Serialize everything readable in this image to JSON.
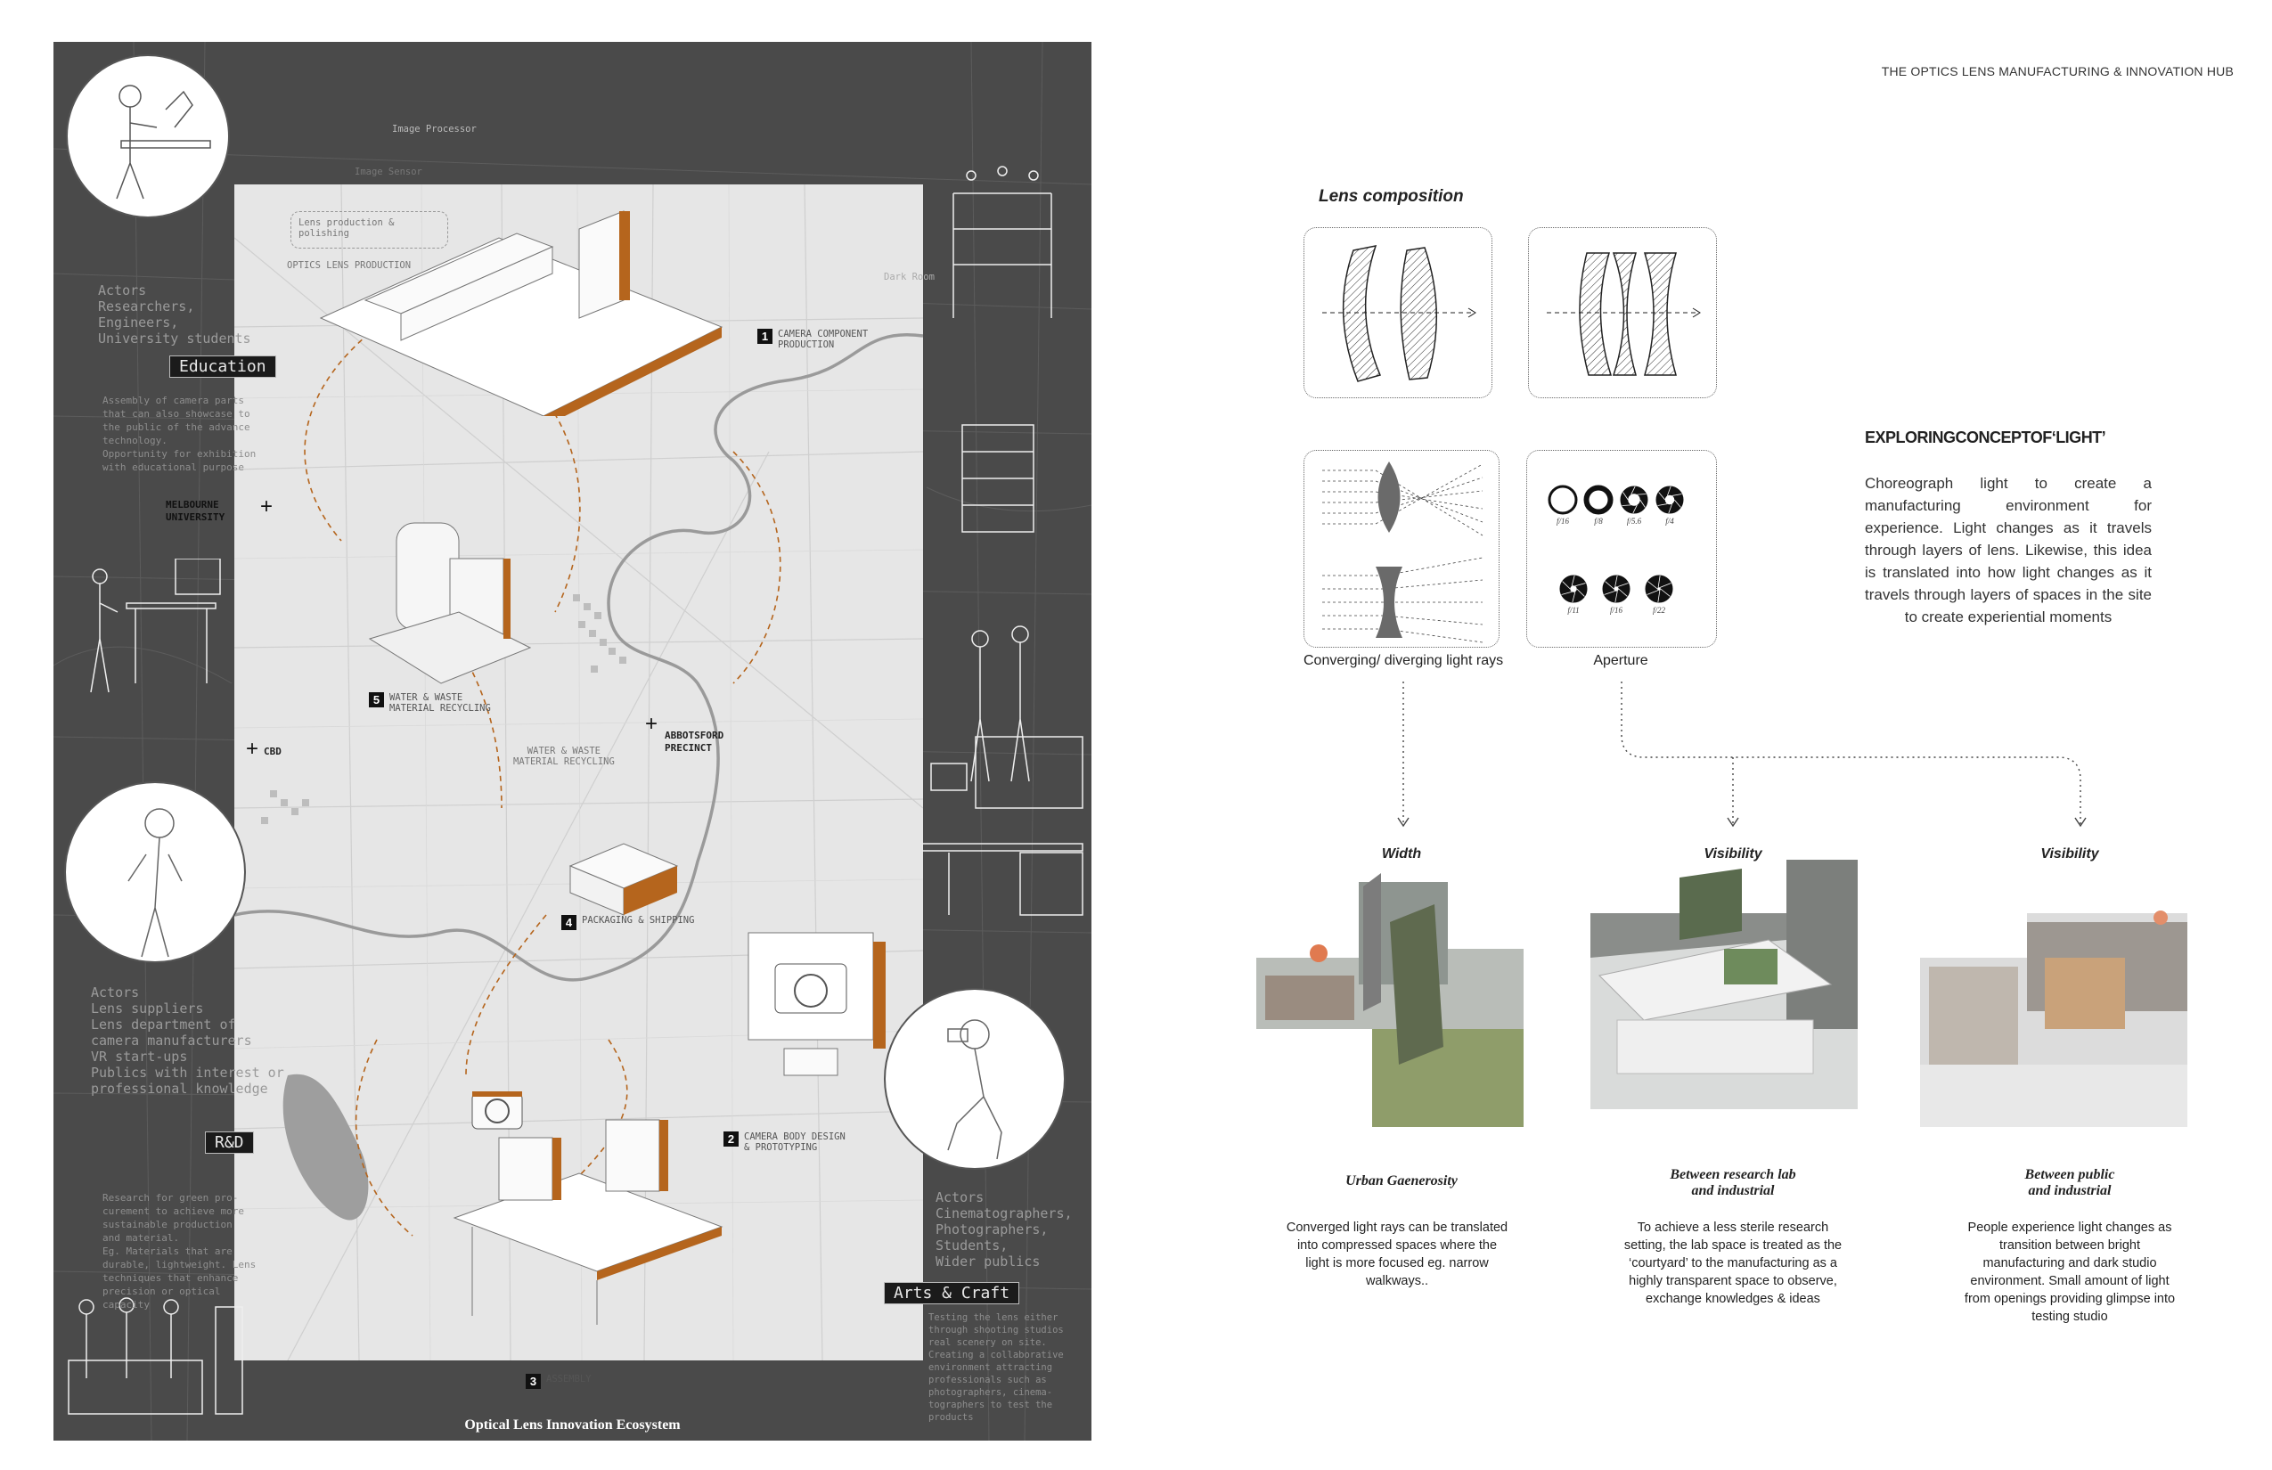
{
  "header": "THE OPTICS LENS MANUFACTURING & INNOVATION HUB",
  "poster": {
    "title": "Optical Lens Innovation Ecosystem",
    "tags": {
      "education": "Education",
      "rnd": "R&D",
      "arts": "Arts & Craft"
    },
    "education_actors": "Actors\nResearchers,\nEngineers,\nUniversity students",
    "education_note": "Assembly of camera parts\nthat can also showcase to\nthe public of the advance\ntechnology.\nOpportunity for exhibition\nwith educational purpose",
    "rnd_actors": "Actors\nLens suppliers\nLens department of\ncamera manufacturers\nVR start-ups\nPublics with interest or\nprofessional knowledge",
    "rnd_note": "Research for green pro-\ncurement to achieve more\nsustainable production\nand material.\nEg. Materials that are\ndurable, lightweight. Lens\ntechniques that enhance\nprecision or optical\ncapacity",
    "arts_actors": "Actors\nCinematographers,\nPhotographers,\nStudents,\nWider publics",
    "arts_note": "Testing the lens either\nthrough shooting studios\nreal scenery on site.\nCreating a collaborative\nenvironment attracting\nprofessionals such as\nphotographers, cinema-\ntographers to test the\nproducts",
    "places": {
      "melbourne_university": "MELBOURNE\nUNIVERSITY",
      "cbd": "CBD",
      "abbotsford": "ABBOTSFORD\nPRECINCT"
    },
    "small_labels": {
      "image_processor": "Image Processor",
      "image_sensor": "Image Sensor",
      "lens_production": "Lens production &\npolishing",
      "optics_lens_production": "OPTICS LENS PRODUCTION",
      "dark_room": "Dark Room",
      "water_waste": "WATER & WASTE\nMATERIAL RECYCLING"
    },
    "stages": [
      {
        "num": "1",
        "label": "CAMERA COMPONENT\nPRODUCTION"
      },
      {
        "num": "2",
        "label": "CAMERA BODY DESIGN\n& PROTOTYPING"
      },
      {
        "num": "3",
        "label": "ASSEMBLY"
      },
      {
        "num": "4",
        "label": "PACKAGING & SHIPPING"
      },
      {
        "num": "5",
        "label": "WATER & WASTE\nMATERIAL RECYCLING"
      }
    ]
  },
  "lens_composition": {
    "title": "Lens composition"
  },
  "light_rays_caption": "Converging/ diverging light rays",
  "aperture": {
    "caption": "Aperture",
    "stops": [
      "f/16",
      "f/8",
      "f/5.6",
      "f/4",
      "f/11",
      "f/16",
      "f/22"
    ]
  },
  "explore": {
    "title": "EXPLORINGCONCEPTOF‘LIGHT’",
    "body": "Choreograph light to create a manufacturing environment for experience. Light changes as it travels through layers of lens. Likewise, this idea is translated into how light changes as it travels through layers of spaces in the site to create experiential moments"
  },
  "columns": [
    {
      "heading": "Width",
      "subheading": "Urban Gaenerosity",
      "body": "Converged light rays can be translated into compressed spaces where the light is more focused eg. narrow walkways.."
    },
    {
      "heading": "Visibility",
      "subheading": "Between research lab\nand industrial",
      "body": "To achieve a less sterile research setting, the lab space is treated as the ‘courtyard’ to the manufacturing as a highly transparent space to observe, exchange knowledges & ideas"
    },
    {
      "heading": "Visibility",
      "subheading": "Between public\nand industrial",
      "body": "People experience light changes as transition between bright manufacturing and dark studio environment. Small amount of light from openings providing glimpse into testing studio"
    }
  ],
  "colors": {
    "accent": "#b5651d",
    "dark": "#4a4a4a",
    "map": "#e6e6e6"
  }
}
